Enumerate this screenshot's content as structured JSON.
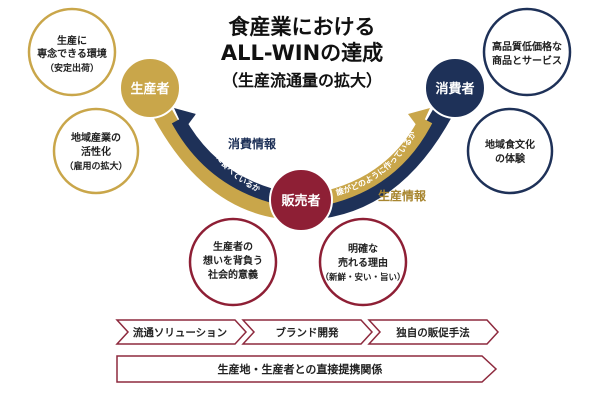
{
  "title": {
    "line1": "食産業における",
    "line2": "ALL-WINの達成",
    "line3": "（生産流通量の拡大）"
  },
  "nodes": {
    "producer": "生産者",
    "consumer": "消費者",
    "seller": "販売者"
  },
  "producer_benefits": [
    {
      "lines": [
        "生産に",
        "専念できる環境"
      ],
      "sub": "（安定出荷）"
    },
    {
      "lines": [
        "地域産業の",
        "活性化"
      ],
      "sub": "（雇用の拡大）"
    }
  ],
  "consumer_benefits": [
    {
      "lines": [
        "高品質低価格な",
        "商品とサービス"
      ]
    },
    {
      "lines": [
        "地域食文化",
        "の体験"
      ]
    }
  ],
  "seller_benefits": [
    {
      "lines": [
        "生産者の",
        "想いを背負う",
        "社会的意義"
      ]
    },
    {
      "lines": [
        "明確な",
        "売れる理由"
      ],
      "sub": "（新鮮・安い・旨い）"
    }
  ],
  "flows": {
    "consumer_info": "消費情報",
    "producer_info": "生産情報",
    "left_arrow_text": "誰がどのように食べているか",
    "right_arrow_text": "誰がどのように作っているか"
  },
  "bottom": {
    "chevrons": [
      "流通ソリューション",
      "ブランド開発",
      "独自の販促手法"
    ],
    "bar": "生産地・生産者との直接提携関係"
  },
  "colors": {
    "gold": "#c9a64a",
    "navy": "#1e3158",
    "maroon": "#8e1f35",
    "chevron_border": "#8e2a3e"
  }
}
